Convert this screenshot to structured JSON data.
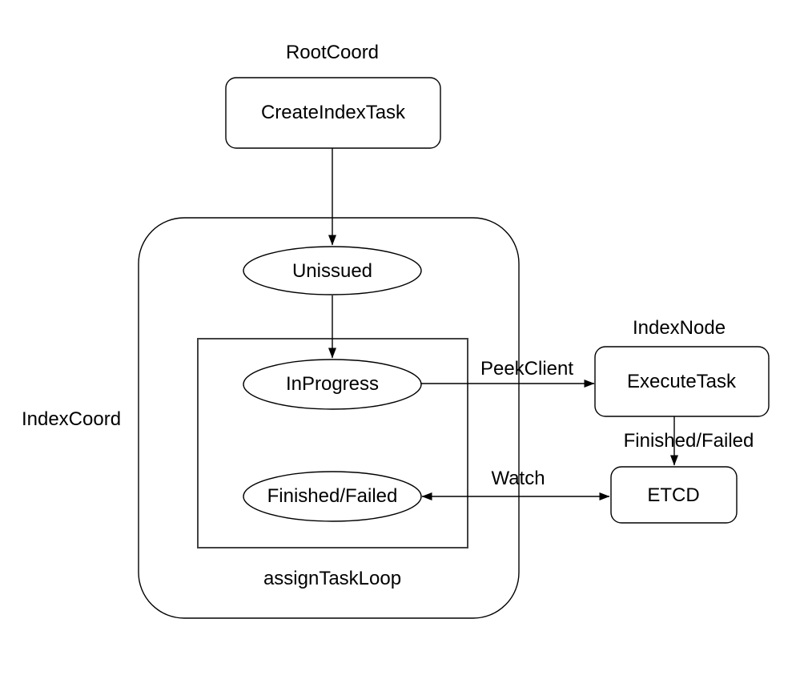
{
  "diagram": {
    "background_color": "#ffffff",
    "shape_stroke_color": "#000000",
    "inner_loop_stroke_color": "#424242",
    "text_color": "#000000",
    "group_labels": {
      "root_coord": "RootCoord",
      "index_node": "IndexNode"
    },
    "containers": {
      "index_coord": {
        "label": "IndexCoord",
        "shape": "rounded-rectangle"
      },
      "assign_task_loop": {
        "label": "assignTaskLoop",
        "shape": "rectangle"
      }
    },
    "nodes": {
      "create_index_task": {
        "label": "CreateIndexTask",
        "shape": "rounded-rectangle"
      },
      "unissued": {
        "label": "Unissued",
        "shape": "ellipse"
      },
      "in_progress": {
        "label": "InProgress",
        "shape": "ellipse"
      },
      "finished_failed": {
        "label": "Finished/Failed",
        "shape": "ellipse"
      },
      "execute_task": {
        "label": "ExecuteTask",
        "shape": "rounded-rectangle"
      },
      "etcd": {
        "label": "ETCD",
        "shape": "rounded-rectangle"
      }
    },
    "edges": [
      {
        "from": "create_index_task",
        "to": "unissued",
        "label": "",
        "direction": "down"
      },
      {
        "from": "unissued",
        "to": "in_progress",
        "label": "",
        "direction": "down"
      },
      {
        "from": "in_progress",
        "to": "execute_task",
        "label": "PeekClient",
        "direction": "right"
      },
      {
        "from": "execute_task",
        "to": "etcd",
        "label": "Finished/Failed",
        "direction": "down"
      },
      {
        "from": "finished_failed",
        "to": "etcd",
        "label": "Watch",
        "direction": "both"
      }
    ],
    "edge_labels": {
      "peek_client": "PeekClient",
      "finished_failed": "Finished/Failed",
      "watch": "Watch"
    }
  }
}
